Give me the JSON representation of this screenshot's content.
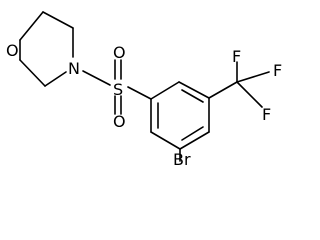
{
  "diagram": {
    "type": "chemical-structure",
    "atom_labels": {
      "morpholine_oxygen": "O",
      "morpholine_nitrogen": "N",
      "sulfur": "S",
      "sulfonyl_oxygen_top": "O",
      "sulfonyl_oxygen_bottom": "O",
      "fluorine_top": "F",
      "fluorine_right": "F",
      "fluorine_bottom": "F",
      "bromine": "Br"
    },
    "colors": {
      "background": "#ffffff",
      "ink": "#000000"
    }
  }
}
